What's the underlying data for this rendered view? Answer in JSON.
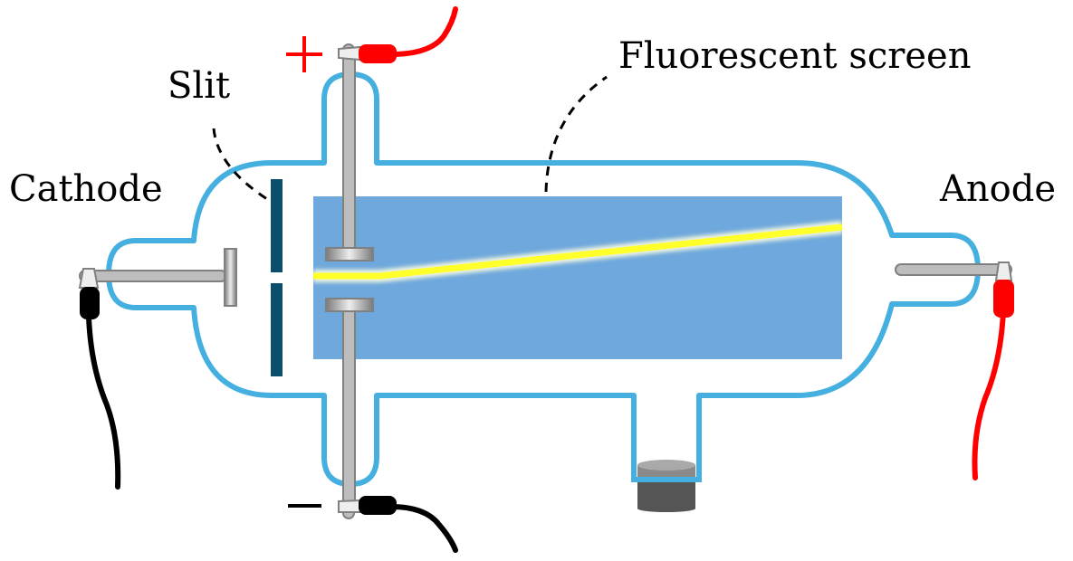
{
  "diagram": {
    "title": "Cathode ray tube (Thomson experiment)",
    "labels": {
      "cathode": "Cathode",
      "anode": "Anode",
      "slit": "Slit",
      "screen": "Fluorescent screen",
      "plus": "+",
      "minus": "−"
    },
    "colors": {
      "glass": "#45afe0",
      "screen": "#6fa8dc",
      "beam": "#ffff2a",
      "slit": "#0b4f6c",
      "wire_positive": "#ff0000",
      "wire_negative": "#000000",
      "electrode": "#bdbdbd",
      "electrode_edge": "#808080"
    }
  }
}
